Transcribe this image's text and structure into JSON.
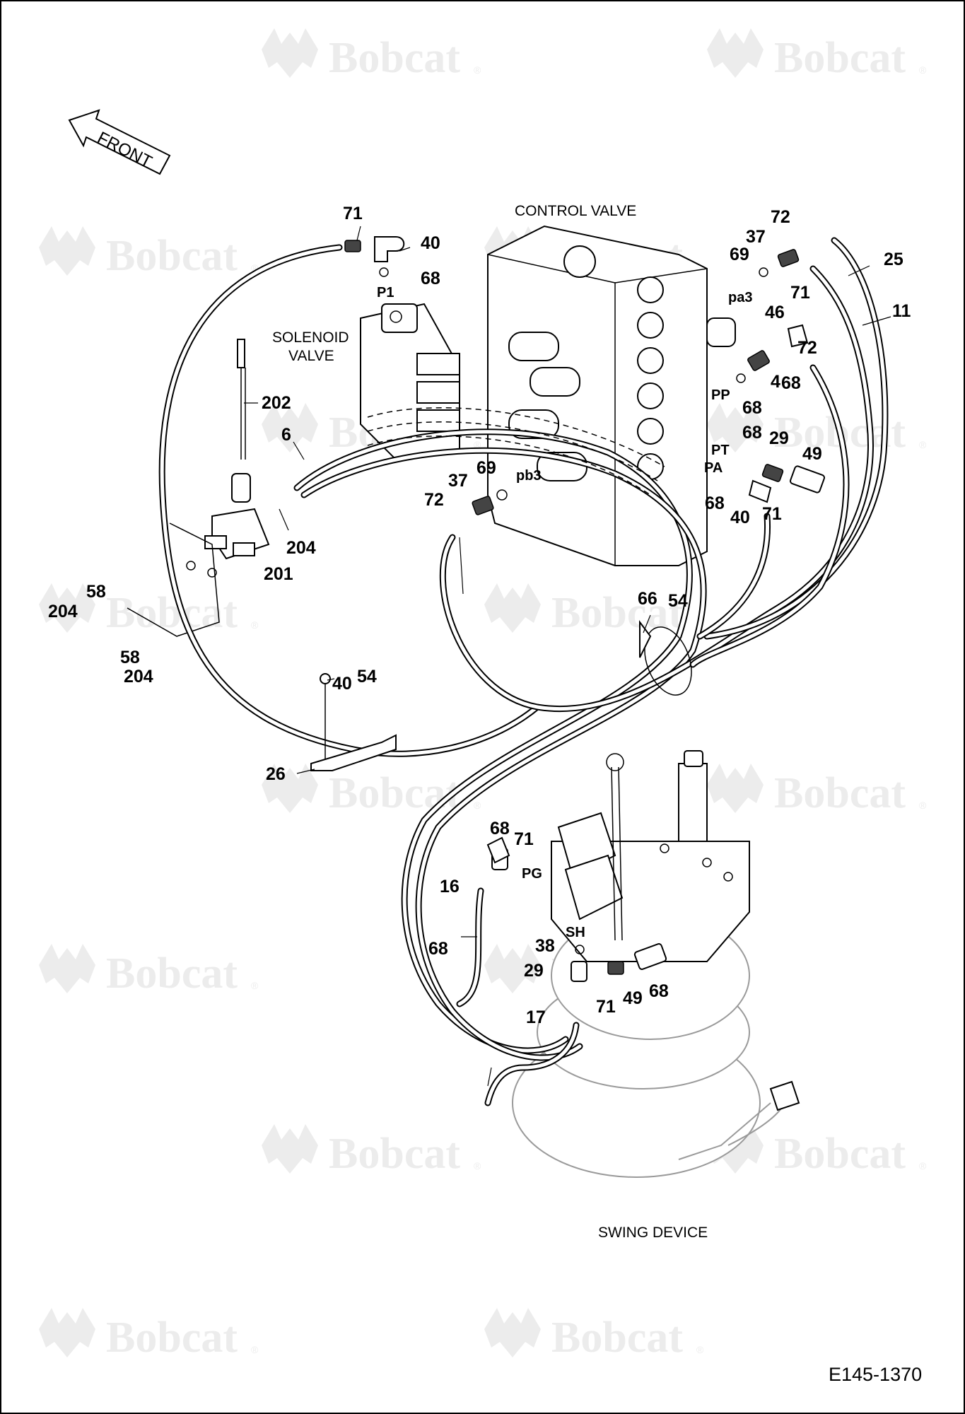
{
  "drawing_number": "E145-1370",
  "front_arrow_label": "FRONT",
  "watermark_text": "Bobcat",
  "watermark_registered": "®",
  "component_labels": {
    "control_valve": "CONTROL VALVE",
    "solenoid_valve_line1": "SOLENOID",
    "solenoid_valve_line2": "VALVE",
    "swing_device": "SWING DEVICE"
  },
  "port_labels": [
    "P1",
    "pa3",
    "PP",
    "PT",
    "PA",
    "pb3",
    "PG",
    "SH"
  ],
  "callouts": [
    "71",
    "40",
    "68",
    "202",
    "6",
    "204",
    "201",
    "58",
    "204",
    "58",
    "204",
    "54",
    "26",
    "72",
    "37",
    "69",
    "72",
    "37",
    "69",
    "25",
    "11",
    "46",
    "71",
    "72",
    "68",
    "4",
    "68",
    "68",
    "29",
    "49",
    "68",
    "40",
    "71",
    "66",
    "54",
    "40",
    "68",
    "71",
    "16",
    "68",
    "38",
    "29",
    "49",
    "68",
    "71",
    "17"
  ],
  "colors": {
    "line": "#000000",
    "watermark": "#ececec",
    "background": "#ffffff",
    "ghost_part": "#9a9a9a"
  }
}
